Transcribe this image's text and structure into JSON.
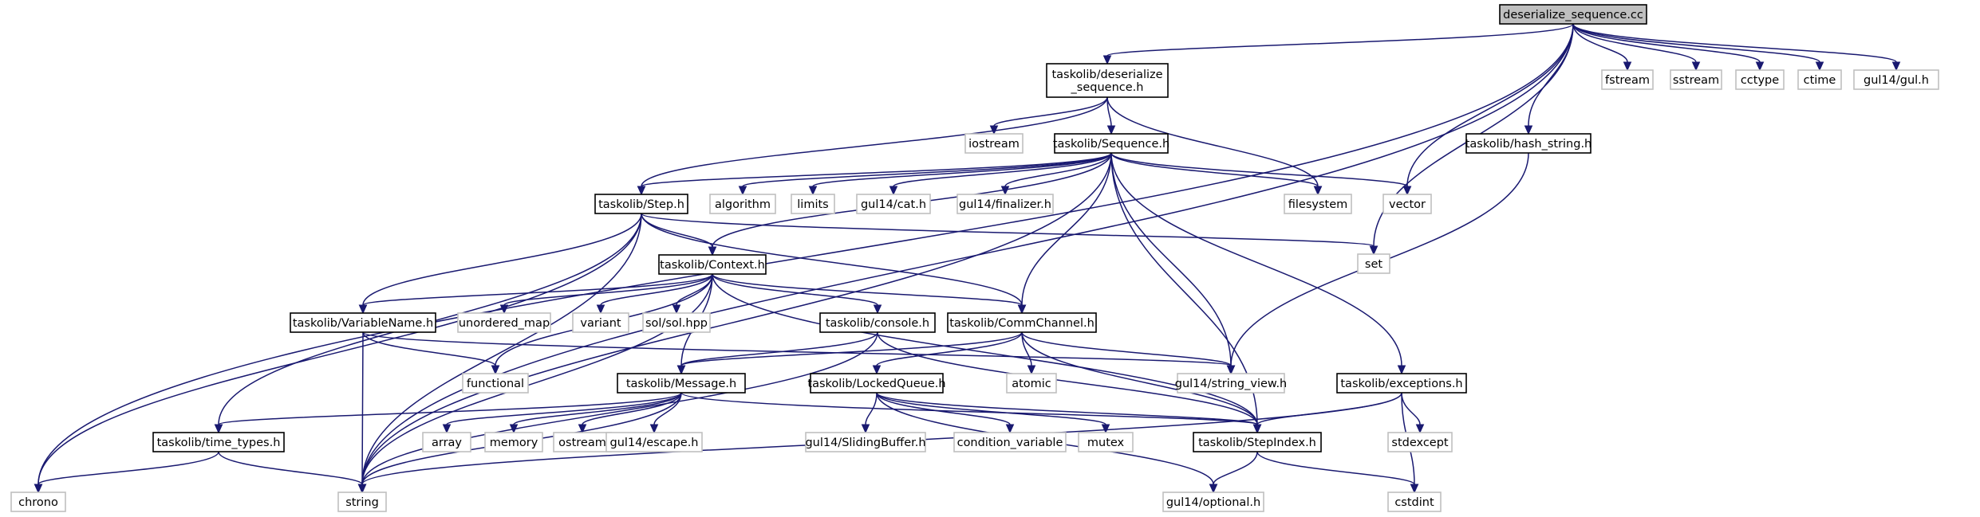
{
  "diagram": {
    "type": "include-dependency-graph",
    "colors": {
      "edge": "#191970",
      "root_fill": "#bfbfbf",
      "root_border": "#000000",
      "local_border": "#000000",
      "system_border": "#bfbfbf",
      "system_text": "#000000"
    },
    "nodes": [
      {
        "id": "root",
        "kind": "root",
        "lines": [
          "deserialize_sequence.cc"
        ]
      },
      {
        "id": "deser_h",
        "kind": "local",
        "lines": [
          "taskolib/deserialize",
          "_sequence.h"
        ]
      },
      {
        "id": "fstream",
        "kind": "system",
        "lines": [
          "fstream"
        ]
      },
      {
        "id": "sstream",
        "kind": "system",
        "lines": [
          "sstream"
        ]
      },
      {
        "id": "cctype",
        "kind": "system",
        "lines": [
          "cctype"
        ]
      },
      {
        "id": "ctime",
        "kind": "system",
        "lines": [
          "ctime"
        ]
      },
      {
        "id": "gul",
        "kind": "system",
        "lines": [
          "gul14/gul.h"
        ]
      },
      {
        "id": "iostream",
        "kind": "system",
        "lines": [
          "iostream"
        ]
      },
      {
        "id": "sequence_h",
        "kind": "local",
        "lines": [
          "taskolib/Sequence.h"
        ]
      },
      {
        "id": "hash_h",
        "kind": "local",
        "lines": [
          "taskolib/hash_string.h"
        ]
      },
      {
        "id": "step_h",
        "kind": "local",
        "lines": [
          "taskolib/Step.h"
        ]
      },
      {
        "id": "algorithm",
        "kind": "system",
        "lines": [
          "algorithm"
        ]
      },
      {
        "id": "limits",
        "kind": "system",
        "lines": [
          "limits"
        ]
      },
      {
        "id": "cat",
        "kind": "system",
        "lines": [
          "gul14/cat.h"
        ]
      },
      {
        "id": "finalizer",
        "kind": "system",
        "lines": [
          "gul14/finalizer.h"
        ]
      },
      {
        "id": "filesystem",
        "kind": "system",
        "lines": [
          "filesystem"
        ]
      },
      {
        "id": "vector",
        "kind": "system",
        "lines": [
          "vector"
        ]
      },
      {
        "id": "set",
        "kind": "system",
        "lines": [
          "set"
        ]
      },
      {
        "id": "context_h",
        "kind": "local",
        "lines": [
          "taskolib/Context.h"
        ]
      },
      {
        "id": "varname_h",
        "kind": "local",
        "lines": [
          "taskolib/VariableName.h"
        ]
      },
      {
        "id": "unordered_map",
        "kind": "system",
        "lines": [
          "unordered_map"
        ]
      },
      {
        "id": "variant",
        "kind": "system",
        "lines": [
          "variant"
        ]
      },
      {
        "id": "sol",
        "kind": "system",
        "lines": [
          "sol/sol.hpp"
        ]
      },
      {
        "id": "console_h",
        "kind": "local",
        "lines": [
          "taskolib/console.h"
        ]
      },
      {
        "id": "commchannel_h",
        "kind": "local",
        "lines": [
          "taskolib/CommChannel.h"
        ]
      },
      {
        "id": "functional",
        "kind": "system",
        "lines": [
          "functional"
        ]
      },
      {
        "id": "message_h",
        "kind": "local",
        "lines": [
          "taskolib/Message.h"
        ]
      },
      {
        "id": "atomic",
        "kind": "system",
        "lines": [
          "atomic"
        ]
      },
      {
        "id": "string_view",
        "kind": "system",
        "lines": [
          "gul14/string_view.h"
        ]
      },
      {
        "id": "exceptions_h",
        "kind": "local",
        "lines": [
          "taskolib/exceptions.h"
        ]
      },
      {
        "id": "lockedqueue_h",
        "kind": "local",
        "lines": [
          "taskolib/LockedQueue.h"
        ]
      },
      {
        "id": "timetypes_h",
        "kind": "local",
        "lines": [
          "taskolib/time_types.h"
        ]
      },
      {
        "id": "array",
        "kind": "system",
        "lines": [
          "array"
        ]
      },
      {
        "id": "memory",
        "kind": "system",
        "lines": [
          "memory"
        ]
      },
      {
        "id": "ostream",
        "kind": "system",
        "lines": [
          "ostream"
        ]
      },
      {
        "id": "escape",
        "kind": "system",
        "lines": [
          "gul14/escape.h"
        ]
      },
      {
        "id": "slidingbuffer",
        "kind": "system",
        "lines": [
          "gul14/SlidingBuffer.h"
        ]
      },
      {
        "id": "condvar",
        "kind": "system",
        "lines": [
          "condition_variable"
        ]
      },
      {
        "id": "mutex",
        "kind": "system",
        "lines": [
          "mutex"
        ]
      },
      {
        "id": "stepindex_h",
        "kind": "local",
        "lines": [
          "taskolib/StepIndex.h"
        ]
      },
      {
        "id": "stdexcept",
        "kind": "system",
        "lines": [
          "stdexcept"
        ]
      },
      {
        "id": "chrono",
        "kind": "system",
        "lines": [
          "chrono"
        ]
      },
      {
        "id": "string",
        "kind": "system",
        "lines": [
          "string"
        ]
      },
      {
        "id": "optional",
        "kind": "system",
        "lines": [
          "gul14/optional.h"
        ]
      },
      {
        "id": "cstdint",
        "kind": "system",
        "lines": [
          "cstdint"
        ]
      }
    ],
    "edges": [
      [
        "root",
        "chrono"
      ],
      [
        "root",
        "deser_h"
      ],
      [
        "root",
        "vector"
      ],
      [
        "root",
        "set"
      ],
      [
        "root",
        "hash_h"
      ],
      [
        "root",
        "string"
      ],
      [
        "root",
        "fstream"
      ],
      [
        "root",
        "sstream"
      ],
      [
        "root",
        "cctype"
      ],
      [
        "root",
        "ctime"
      ],
      [
        "root",
        "gul"
      ],
      [
        "deser_h",
        "step_h"
      ],
      [
        "deser_h",
        "iostream"
      ],
      [
        "deser_h",
        "sequence_h"
      ],
      [
        "deser_h",
        "filesystem"
      ],
      [
        "sequence_h",
        "step_h"
      ],
      [
        "sequence_h",
        "algorithm"
      ],
      [
        "sequence_h",
        "limits"
      ],
      [
        "sequence_h",
        "cat"
      ],
      [
        "sequence_h",
        "finalizer"
      ],
      [
        "sequence_h",
        "filesystem"
      ],
      [
        "sequence_h",
        "vector"
      ],
      [
        "sequence_h",
        "context_h"
      ],
      [
        "sequence_h",
        "commchannel_h"
      ],
      [
        "sequence_h",
        "string_view"
      ],
      [
        "sequence_h",
        "stepindex_h"
      ],
      [
        "sequence_h",
        "exceptions_h"
      ],
      [
        "sequence_h",
        "string"
      ],
      [
        "hash_h",
        "string_view"
      ],
      [
        "step_h",
        "chrono"
      ],
      [
        "step_h",
        "string"
      ],
      [
        "step_h",
        "set"
      ],
      [
        "step_h",
        "context_h"
      ],
      [
        "step_h",
        "varname_h"
      ],
      [
        "step_h",
        "commchannel_h"
      ],
      [
        "step_h",
        "timetypes_h"
      ],
      [
        "context_h",
        "string"
      ],
      [
        "context_h",
        "varname_h"
      ],
      [
        "context_h",
        "unordered_map"
      ],
      [
        "context_h",
        "variant"
      ],
      [
        "context_h",
        "sol"
      ],
      [
        "context_h",
        "console_h"
      ],
      [
        "context_h",
        "commchannel_h"
      ],
      [
        "context_h",
        "functional"
      ],
      [
        "context_h",
        "message_h"
      ],
      [
        "context_h",
        "stepindex_h"
      ],
      [
        "varname_h",
        "functional"
      ],
      [
        "varname_h",
        "string_view"
      ],
      [
        "varname_h",
        "string"
      ],
      [
        "console_h",
        "message_h"
      ],
      [
        "console_h",
        "stepindex_h"
      ],
      [
        "console_h",
        "string"
      ],
      [
        "commchannel_h",
        "message_h"
      ],
      [
        "commchannel_h",
        "lockedqueue_h"
      ],
      [
        "commchannel_h",
        "atomic"
      ],
      [
        "commchannel_h",
        "string_view"
      ],
      [
        "commchannel_h",
        "stepindex_h"
      ],
      [
        "message_h",
        "timetypes_h"
      ],
      [
        "message_h",
        "array"
      ],
      [
        "message_h",
        "memory"
      ],
      [
        "message_h",
        "ostream"
      ],
      [
        "message_h",
        "escape"
      ],
      [
        "message_h",
        "string"
      ],
      [
        "message_h",
        "stepindex_h"
      ],
      [
        "lockedqueue_h",
        "slidingbuffer"
      ],
      [
        "lockedqueue_h",
        "condvar"
      ],
      [
        "lockedqueue_h",
        "mutex"
      ],
      [
        "lockedqueue_h",
        "stepindex_h"
      ],
      [
        "lockedqueue_h",
        "optional"
      ],
      [
        "exceptions_h",
        "stdexcept"
      ],
      [
        "exceptions_h",
        "cstdint"
      ],
      [
        "exceptions_h",
        "string"
      ],
      [
        "exceptions_h",
        "stepindex_h"
      ],
      [
        "timetypes_h",
        "chrono"
      ],
      [
        "timetypes_h",
        "string"
      ],
      [
        "stepindex_h",
        "optional"
      ],
      [
        "stepindex_h",
        "cstdint"
      ]
    ]
  }
}
